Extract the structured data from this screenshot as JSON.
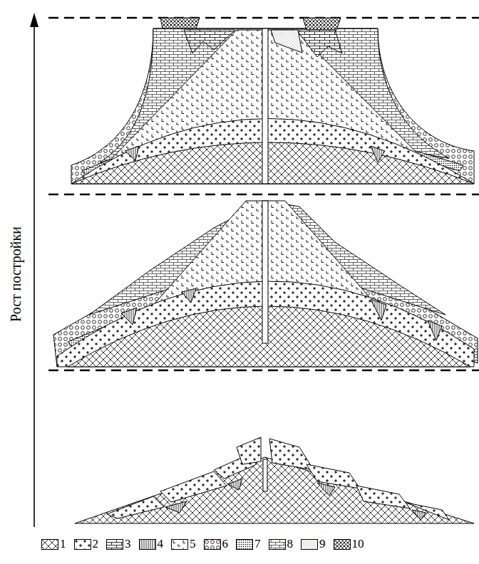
{
  "diagram": {
    "labels": [
      "Рост постройки"
    ],
    "legend": [
      {
        "text": "1"
      },
      {
        "text": "2"
      },
      {
        "text": "3"
      },
      {
        "text": "4"
      },
      {
        "text": "5"
      },
      {
        "text": "6"
      },
      {
        "text": "7"
      },
      {
        "text": "8"
      },
      {
        "text": "9"
      },
      {
        "text": "10"
      }
    ]
  }
}
